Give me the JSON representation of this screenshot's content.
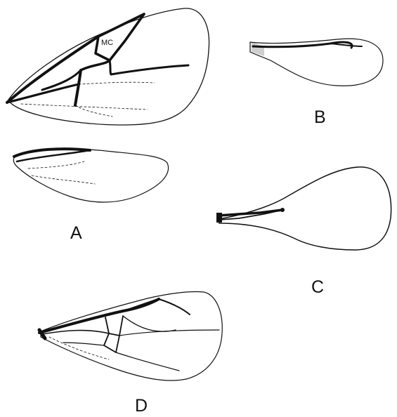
{
  "figure": {
    "cell_label": "MC",
    "panels": [
      {
        "id": "A",
        "label": "A"
      },
      {
        "id": "B",
        "label": "B"
      },
      {
        "id": "C",
        "label": "C"
      },
      {
        "id": "D",
        "label": "D"
      }
    ]
  }
}
